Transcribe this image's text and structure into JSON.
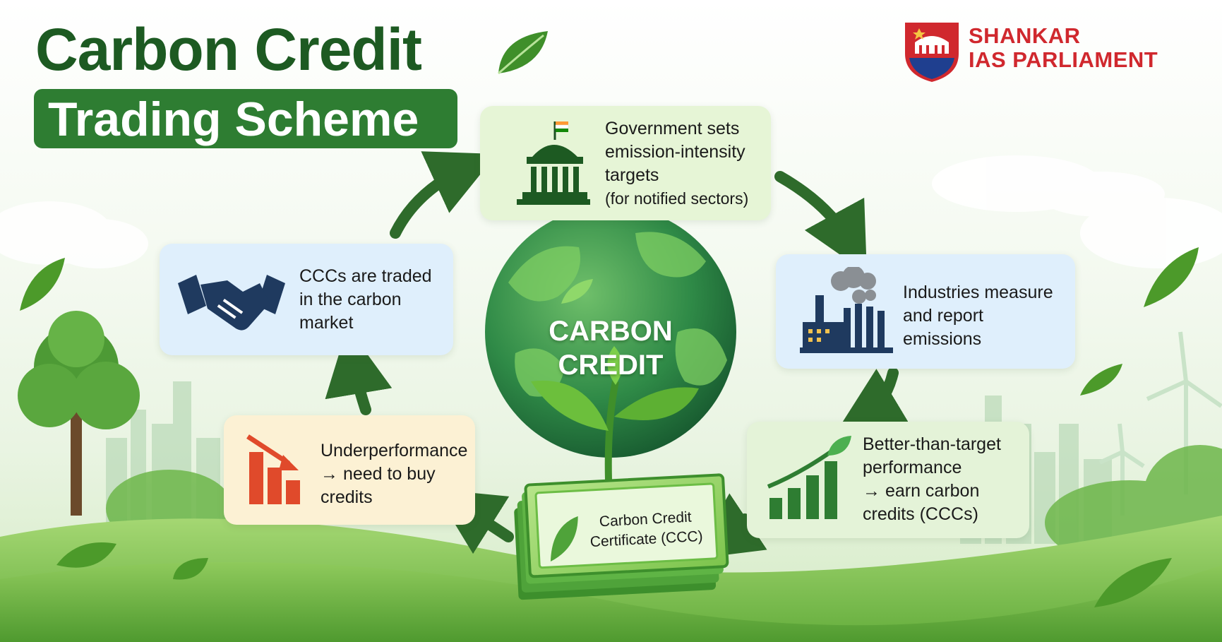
{
  "title": {
    "line1": "Carbon Credit",
    "line2": "Trading Scheme"
  },
  "brand": {
    "line1": "SHANKAR",
    "line2": "IAS PARLIAMENT",
    "color": "#d0282e"
  },
  "center": {
    "globe_label_line1": "CARBON",
    "globe_label_line2": "CREDIT",
    "certificate_line1": "Carbon Credit",
    "certificate_line2": "Certificate (CCC)"
  },
  "steps": [
    {
      "lines": [
        "Government sets",
        "emission-intensity",
        "targets"
      ],
      "sub": "(for notified sectors)",
      "icon": "government-building-icon"
    },
    {
      "lines": [
        "Industries measure",
        "and report",
        "emissions"
      ],
      "icon": "factory-icon"
    },
    {
      "lines": [
        "Better-than-target",
        "performance",
        "→ earn carbon",
        "credits (CCCs)"
      ],
      "icon": "rising-bar-chart-icon"
    },
    {
      "lines": [
        "Underperformance",
        "→ need to buy",
        "credits"
      ],
      "icon": "falling-bar-chart-icon"
    },
    {
      "lines": [
        "CCCs are traded",
        "in the carbon",
        "market"
      ],
      "icon": "handshake-icon"
    }
  ],
  "colors": {
    "title_green": "#1d5a22",
    "arrow_green": "#2e6b2b",
    "accent_red": "#e04a2b"
  }
}
